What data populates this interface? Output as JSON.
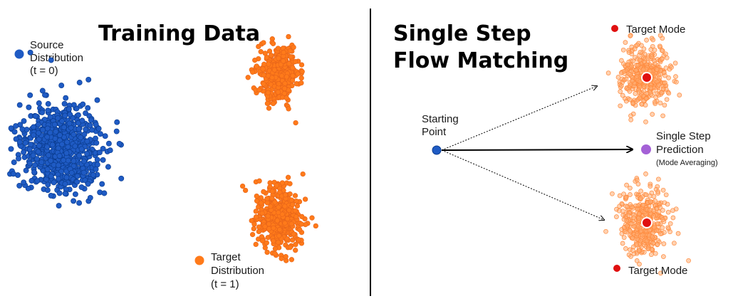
{
  "left_panel": {
    "title": "Training Data",
    "source_legend": {
      "line1": "Source",
      "line2": "Distribution",
      "line3": "(t = 0)"
    },
    "target_legend": {
      "line1": "Target",
      "line2": "Distribution",
      "line3": "(t = 1)"
    }
  },
  "right_panel": {
    "title_line1": "Single Step",
    "title_line2": "Flow Matching",
    "top_target_label": "Target Mode",
    "bottom_target_label": "Target Mode",
    "start_label": {
      "line1": "Starting",
      "line2": "Point"
    },
    "prediction_label": {
      "line1": "Single Step",
      "line2": "Prediction",
      "line3": "(Mode Averaging)"
    }
  },
  "colors": {
    "source_blue": "#1f5bc4",
    "source_blue_edge": "#0b3d91",
    "target_orange": "#ff7a1a",
    "target_orange_light": "#ffab70",
    "mode_red": "#e01010",
    "prediction_purple": "#a461d6",
    "divider": "#000000"
  }
}
